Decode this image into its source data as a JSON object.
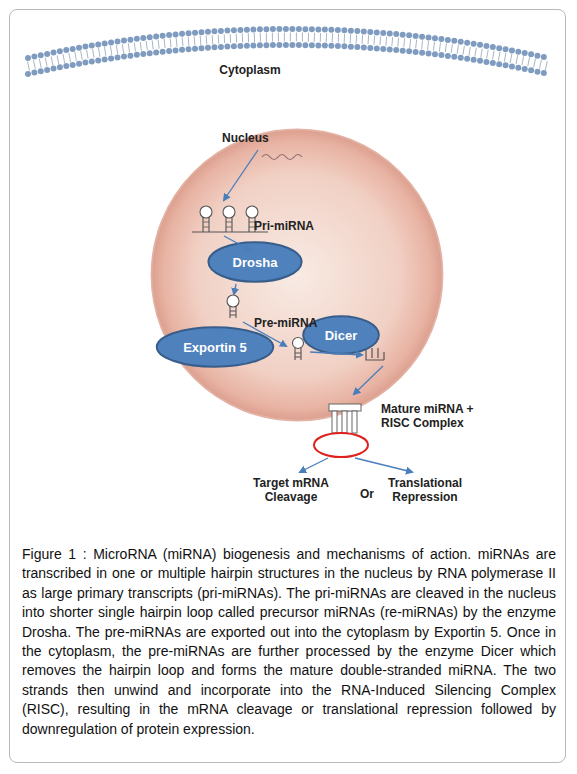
{
  "diagram": {
    "caption": "Figure 1 : MicroRNA (miRNA) biogenesis and mechanisms of action. miRNAs are transcribed in one or multiple hairpin structures in the nucleus by RNA polymerase II as large primary transcripts (pri-miRNAs). The pri-miRNAs are cleaved in the nucleus into shorter single hairpin loop called precursor miRNAs (re-miRNAs) by the enzyme Drosha. The pre-miRNAs are exported out into the cytoplasm by Exportin 5. Once in the cytoplasm, the pre-miRNAs are further processed by the enzyme Dicer which removes the hairpin loop and forms the mature double-stranded miRNA. The two strands then unwind and incorporate into the RNA-Induced Silencing Complex (RISC), resulting in the mRNA cleavage or translational repression followed by downregulation of protein expression.",
    "nodes": [
      {
        "text": [
          "Nucleus"
        ]
      },
      {
        "text": [
          "Drosha"
        ],
        "in": 0
      },
      {
        "text": [
          "Exportin 5"
        ]
      },
      {
        "text": [
          "Dicer"
        ]
      }
    ],
    "labels": [
      "Cytoplasm",
      "Pri-miRNA",
      "Pre-miRNA",
      "Mature miRNA + RISC Complex",
      "Target mRNA Cleavage",
      "Or",
      "Translational Repression"
    ]
  }
}
